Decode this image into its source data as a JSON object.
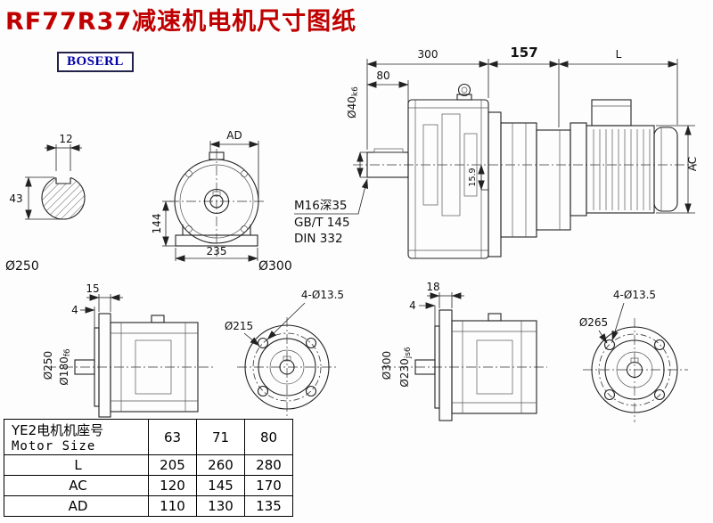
{
  "title": "RF77R37减速机电机尺寸图纸",
  "logo": "BOSERL",
  "main_view": {
    "dim_300": "300",
    "dim_157": "157",
    "dim_L": "L",
    "dim_80": "80",
    "shaft_dia_main": "Ø40",
    "shaft_dia_tol": "k6",
    "dim_AC": "AC",
    "dim_159": "15.9",
    "note_thread": "M16深35",
    "note_gb": "GB/T 145",
    "note_din": "DIN 332"
  },
  "shaft_section": {
    "dim_12": "12",
    "dim_43": "43"
  },
  "labels": {
    "flange_small": "Ø250",
    "flange_large": "Ø300"
  },
  "flange_front_view": {
    "dim_AD": "AD",
    "dim_144": "144",
    "dim_235": "235"
  },
  "flange250": {
    "side": {
      "dim_15": "15",
      "dim_4": "4",
      "od": "Ø250",
      "spigot_main": "Ø180",
      "spigot_tol": "f6"
    },
    "front": {
      "holes": "4-Ø13.5",
      "bolt_circle": "Ø215"
    }
  },
  "flange300": {
    "side": {
      "dim_18": "18",
      "dim_4": "4",
      "od": "Ø300",
      "spigot_main": "Ø230",
      "spigot_tol": "js6"
    },
    "front": {
      "holes": "4-Ø13.5",
      "bolt_circle": "Ø265"
    }
  },
  "table": {
    "header_cn": "YE2电机机座号",
    "header_en": "Motor Size",
    "sizes": [
      "63",
      "71",
      "80"
    ],
    "rows": [
      {
        "label": "L",
        "values": [
          "205",
          "260",
          "280"
        ]
      },
      {
        "label": "AC",
        "values": [
          "120",
          "145",
          "170"
        ]
      },
      {
        "label": "AD",
        "values": [
          "110",
          "130",
          "135"
        ]
      }
    ]
  }
}
